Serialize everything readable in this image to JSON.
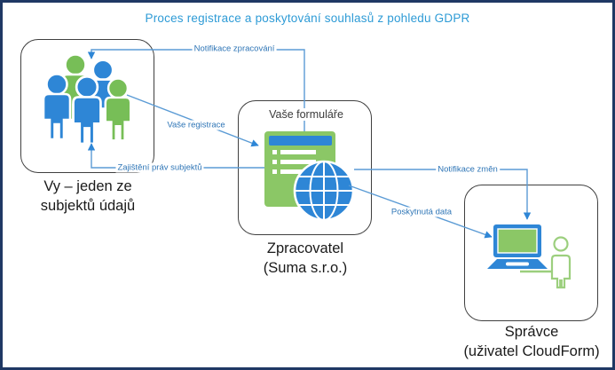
{
  "title": "Proces registrace a poskytování souhlasů z pohledu GDPR",
  "nodes": {
    "subjects": {
      "line1": "Vy – jeden ze",
      "line2": "subjektů údajů"
    },
    "processor": {
      "badge": "Vaše formuláře",
      "line1": "Zpracovatel",
      "line2": "(Suma s.r.o.)"
    },
    "controller": {
      "line1": "Správce",
      "line2": "(uživatel CloudForm)"
    }
  },
  "edges": {
    "notifikace_zpracovani": "Notifikace zpracování",
    "vase_registrace": "Vaše registrace",
    "zajisteni_prav": "Zajištění práv subjektů",
    "notifikace_zmen": "Notifikace změn",
    "poskytnuta_data": "Poskytnutá data"
  },
  "colors": {
    "frame_navy": "#1F3864",
    "box_border_gray": "#404040",
    "title_blue": "#2E9BD6",
    "edge_line_blue": "#5B9BD5",
    "edge_label_blue": "#2E75B6",
    "icon_blue": "#2E86D6",
    "icon_green": "#77BE57",
    "window_green": "#8BC766",
    "outline_green": "#9CCF7E"
  }
}
